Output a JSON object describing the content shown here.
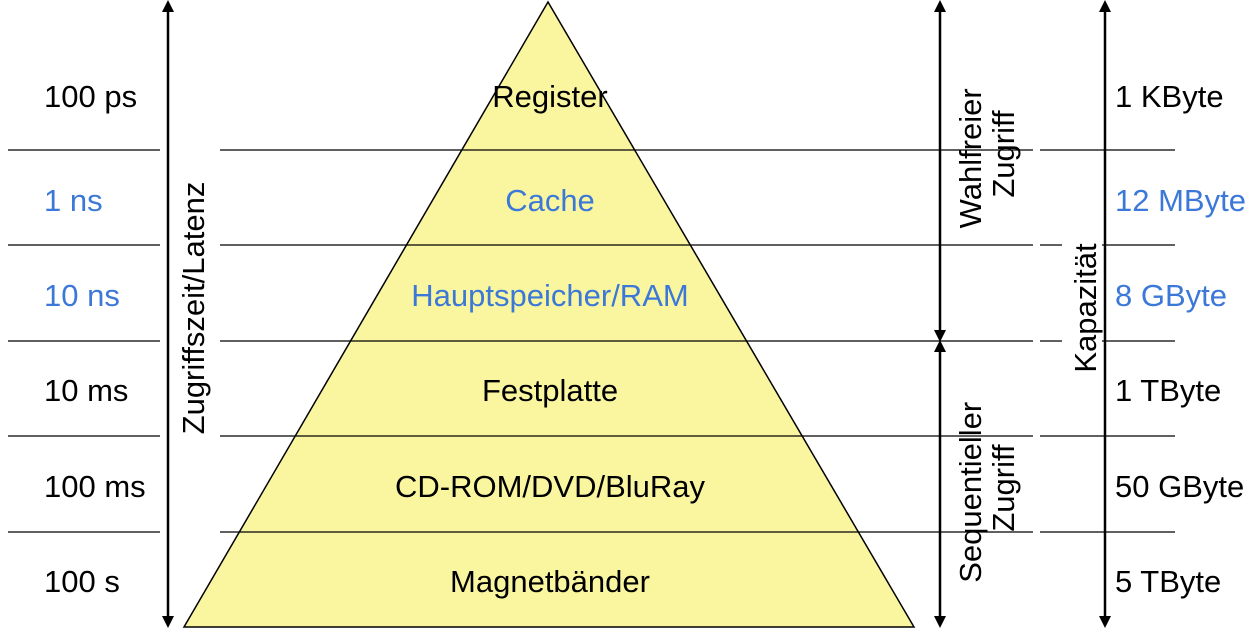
{
  "colors": {
    "pyramid_fill": "#faf6a0",
    "line": "#000000",
    "text": "#000000",
    "highlight": "#3c78d8"
  },
  "levels": [
    {
      "name": "Register",
      "latency": "100 ps",
      "capacity": "1 KByte",
      "highlight": false
    },
    {
      "name": "Cache",
      "latency": "1 ns",
      "capacity": "12 MByte",
      "highlight": true
    },
    {
      "name": "Hauptspeicher/RAM",
      "latency": "10 ns",
      "capacity": "8 GByte",
      "highlight": true
    },
    {
      "name": "Festplatte",
      "latency": "10 ms",
      "capacity": "1 TByte",
      "highlight": false
    },
    {
      "name": "CD-ROM/DVD/BluRay",
      "latency": "100 ms",
      "capacity": "50 GByte",
      "highlight": false
    },
    {
      "name": "Magnetbänder",
      "latency": "100 s",
      "capacity": "5 TByte",
      "highlight": false
    }
  ],
  "axes": {
    "latency_label": "Zugriffszeit/Latenz",
    "capacity_label": "Kapazität",
    "random_access": [
      "Wahlfreier",
      "Zugriff"
    ],
    "sequential_access": [
      "Sequentieller",
      "Zugriff"
    ]
  }
}
